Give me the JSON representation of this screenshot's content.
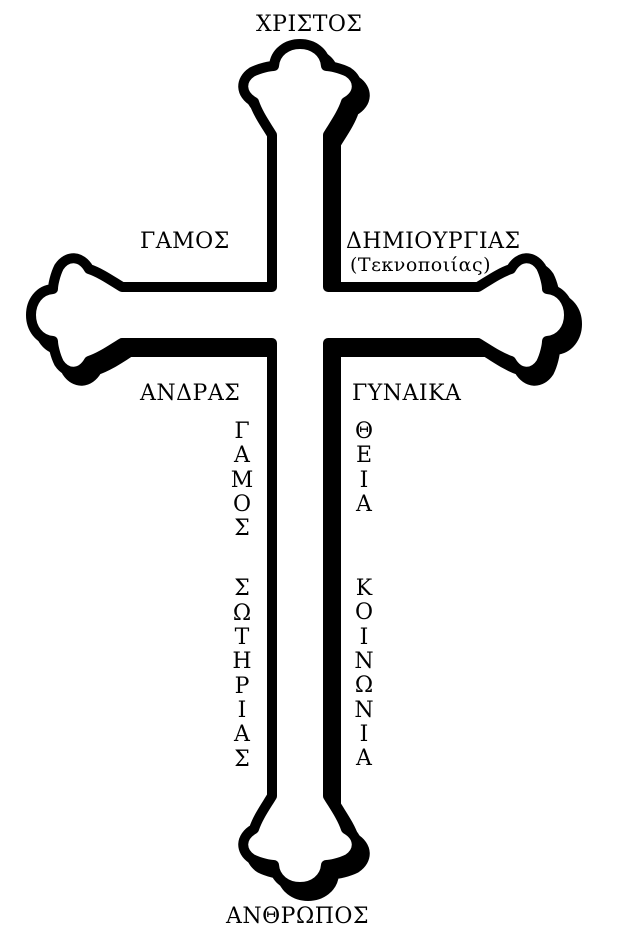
{
  "colors": {
    "outline": "#000000",
    "fill": "#ffffff",
    "shadow": "#000000",
    "text": "#000000"
  },
  "labels": {
    "top": "ΧΡΙΣΤΟΣ",
    "bottom": "ΑΝΘΡΩΠΟΣ",
    "upper_left": "ΓΑΜΟΣ",
    "upper_right_line1": "ΔΗΜΙΟΥΡΓΙΑΣ",
    "upper_right_line2": "(Τεκνοποιίας)",
    "lower_left": "ΑΝΔΡΑΣ",
    "lower_right": "ΓΥΝΑΙΚΑ"
  },
  "vertical_left": {
    "word1": [
      "Γ",
      "Α",
      "Μ",
      "Ο",
      "Σ"
    ],
    "word2": [
      "Σ",
      "Ω",
      "Τ",
      "Η",
      "Ρ",
      "Ι",
      "Α",
      "Σ"
    ]
  },
  "vertical_right": {
    "word1": [
      "Θ",
      "Ε",
      "Ι",
      "Α"
    ],
    "word2": [
      "Κ",
      "Ο",
      "Ι",
      "Ν",
      "Ω",
      "Ν",
      "Ι",
      "Α"
    ]
  }
}
